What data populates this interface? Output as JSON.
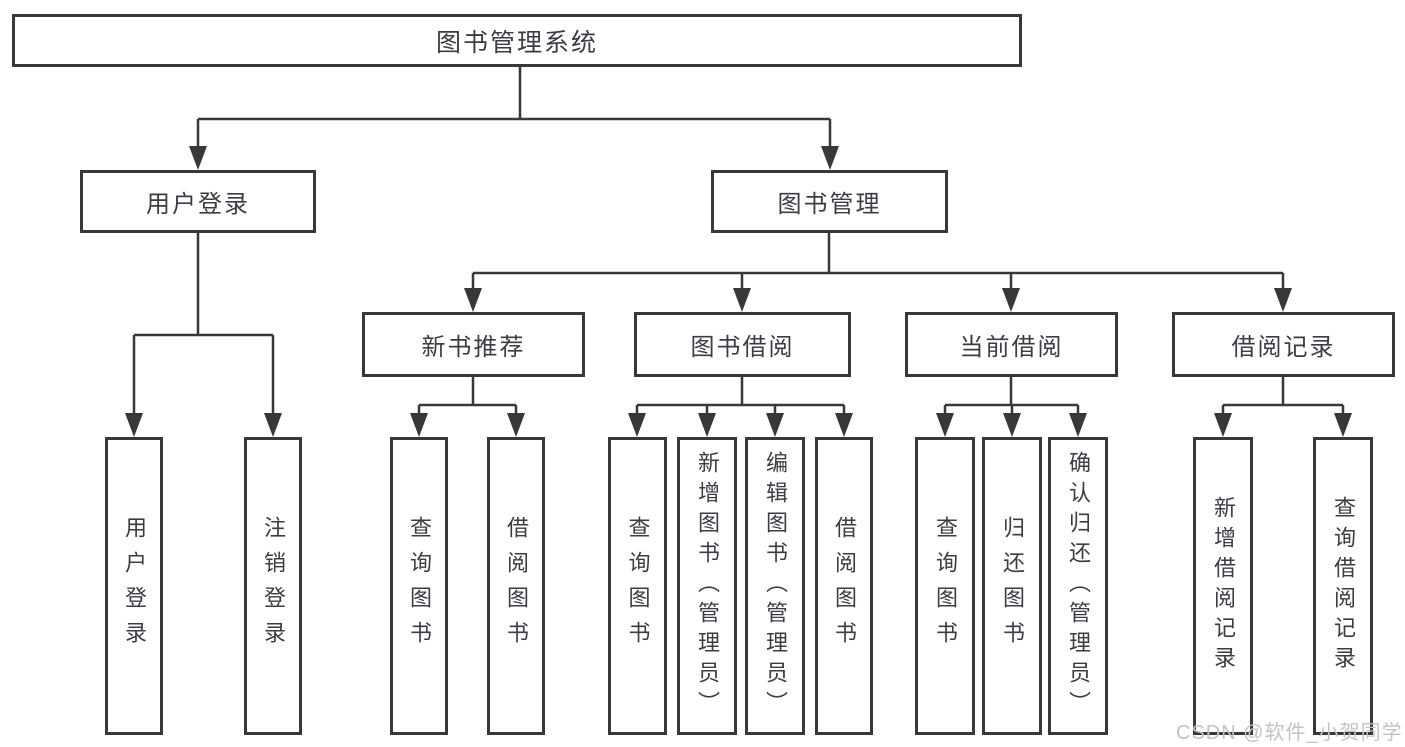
{
  "colors": {
    "line": "#37383a",
    "box_border": "#37383a",
    "text": "#3a3e44",
    "background": "#ffffff",
    "watermark": "#c3c3c3"
  },
  "tree": {
    "root": {
      "label": "图书管理系统"
    },
    "branches": [
      {
        "label": "用户登录",
        "children": [
          "用户登录",
          "注销登录"
        ]
      },
      {
        "label": "图书管理",
        "sections": [
          {
            "label": "新书推荐",
            "children": [
              "查询图书",
              "借阅图书"
            ]
          },
          {
            "label": "图书借阅",
            "children": [
              "查询图书",
              "新增图书（管理员）",
              "编辑图书（管理员）",
              "借阅图书"
            ]
          },
          {
            "label": "当前借阅",
            "children": [
              "查询图书",
              "归还图书",
              "确认归还（管理员）"
            ]
          },
          {
            "label": "借阅记录",
            "children": [
              "新增借阅记录",
              "查询借阅记录"
            ]
          }
        ]
      }
    ]
  },
  "watermark": {
    "text": "CSDN @软件_小贺同学"
  }
}
